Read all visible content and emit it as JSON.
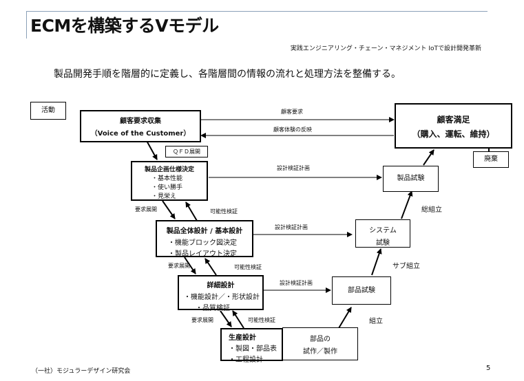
{
  "title": "ECMを構築するVモデル",
  "subtitle": "実践エンジニアリング・チェーン・マネジメント IoTで設計開発革新",
  "lead": "製品開発手順を階層的に定義し、各階層間の情報の流れと処理方法を整備する。",
  "activity_label": "活動",
  "boxes": {
    "voc": {
      "title": "顧客要求収集",
      "sub": "（Voice of the Customer）"
    },
    "satisfaction": {
      "title": "顧客満足",
      "sub": "（購入、運転、維持）"
    },
    "disposal": "廃棄",
    "qfd": "ＱＦＤ展開",
    "planning": {
      "title": "製品企画仕様決定",
      "items": [
        "・基本性能",
        "・使い勝手",
        "・見栄え"
      ]
    },
    "overall": {
      "title": "製品全体設計 / 基本設計",
      "items": [
        "・機能ブロック図決定",
        "・製品レイアウト決定"
      ]
    },
    "detail": {
      "title": "詳細設計",
      "items": [
        "・機能設計／・形状設計",
        "・品質検証"
      ]
    },
    "production": {
      "title": "生産設計",
      "items": [
        "・製図・部品表",
        "・工程設計"
      ]
    },
    "prototype": {
      "line1": "部品の",
      "line2": "試作／製作"
    },
    "parts_test": "部品試験",
    "system_test": {
      "line1": "システム",
      "line2": "試験"
    },
    "product_test": "製品試験"
  },
  "arrow_labels": {
    "customer_request": "顧客要求",
    "customer_feedback": "顧客体験の反映",
    "plan1": "設計検証計画",
    "plan2": "設計検証計画",
    "plan3": "設計検証計画",
    "req1": "要求展開",
    "req2": "要求展開",
    "req3": "要求展開",
    "feas1": "可能性検証",
    "feas2": "可能性検証",
    "feas3": "可能性検証",
    "assembly": "組立",
    "sub_assembly": "サブ組立",
    "final_assembly": "総組立"
  },
  "footer": "（一社）モジュラーデザイン研究会",
  "page_number": "5"
}
